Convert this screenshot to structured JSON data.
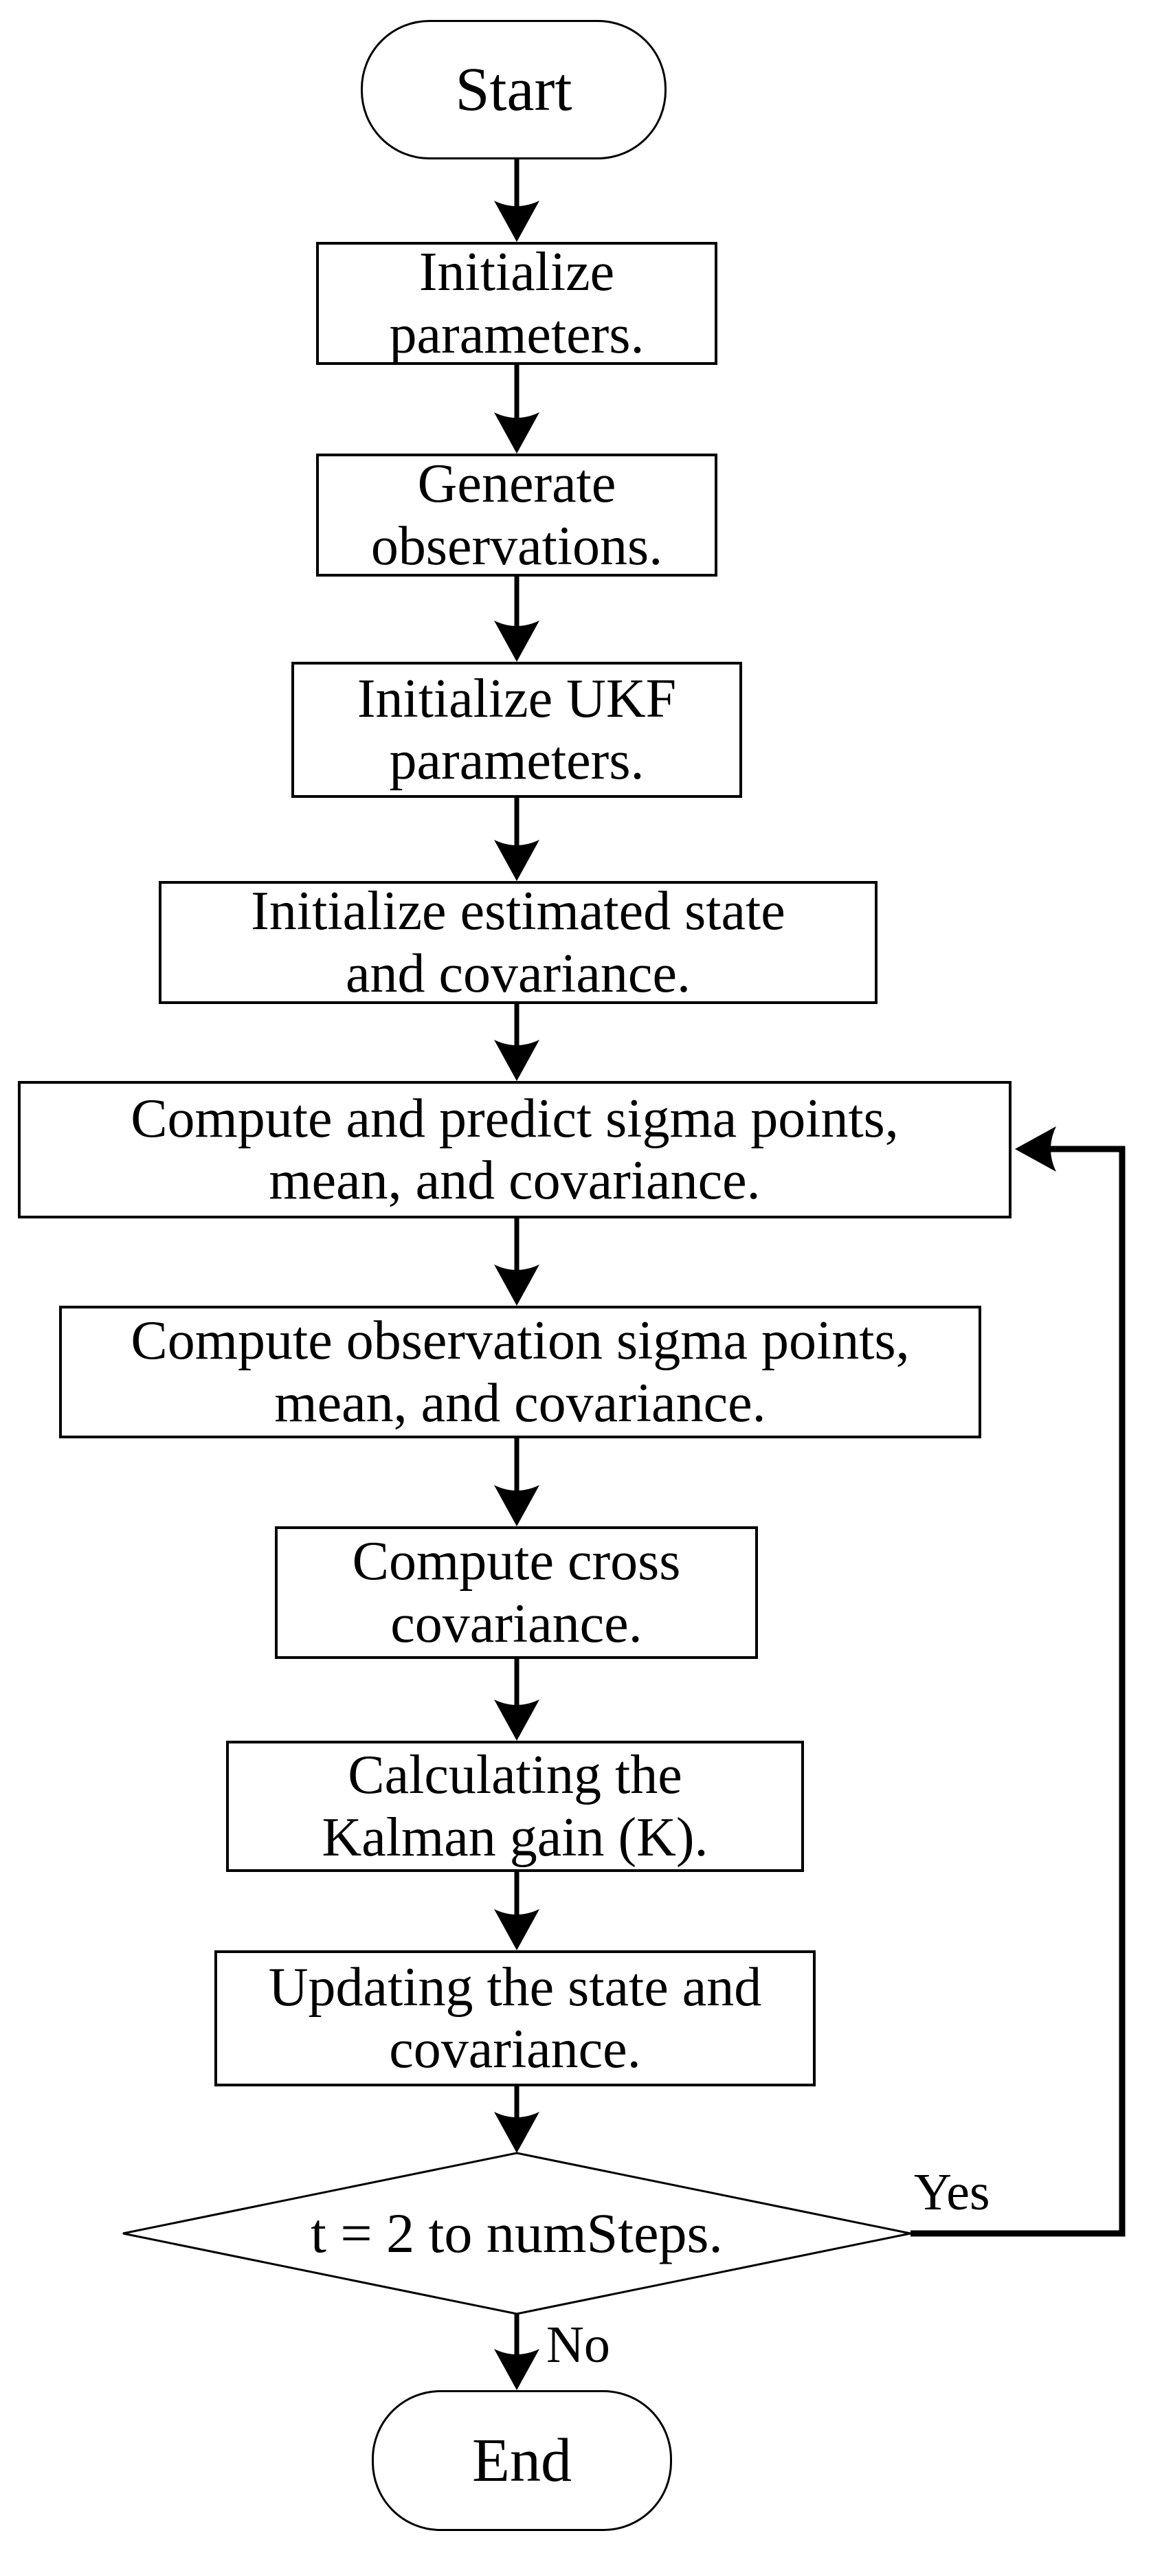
{
  "figure": {
    "type": "flowchart",
    "background_color": "#ffffff",
    "line_color": "#000000",
    "text_color": "#000000"
  },
  "nodes": {
    "start": {
      "shape": "terminator",
      "label": "Start"
    },
    "init_params": {
      "shape": "process",
      "label": "Initialize\nparameters."
    },
    "gen_obs": {
      "shape": "process",
      "label": "Generate\nobservations."
    },
    "init_ukf": {
      "shape": "process",
      "label": "Initialize UKF\nparameters."
    },
    "init_state": {
      "shape": "process",
      "label": "Initialize estimated state\nand covariance."
    },
    "predict_sigma": {
      "shape": "process",
      "label": "Compute and predict sigma points,\nmean, and covariance."
    },
    "obs_sigma": {
      "shape": "process",
      "label": "Compute observation sigma points,\nmean, and covariance."
    },
    "cross_cov": {
      "shape": "process",
      "label": "Compute cross\ncovariance."
    },
    "kalman_gain": {
      "shape": "process",
      "label": "Calculating the\nKalman gain (K)."
    },
    "update_state": {
      "shape": "process",
      "label": "Updating the state and\ncovariance."
    },
    "loop_decision": {
      "shape": "decision",
      "label": "t = 2 to numSteps."
    },
    "end": {
      "shape": "terminator",
      "label": "End"
    }
  },
  "edge_labels": {
    "yes": "Yes",
    "no": "No"
  }
}
